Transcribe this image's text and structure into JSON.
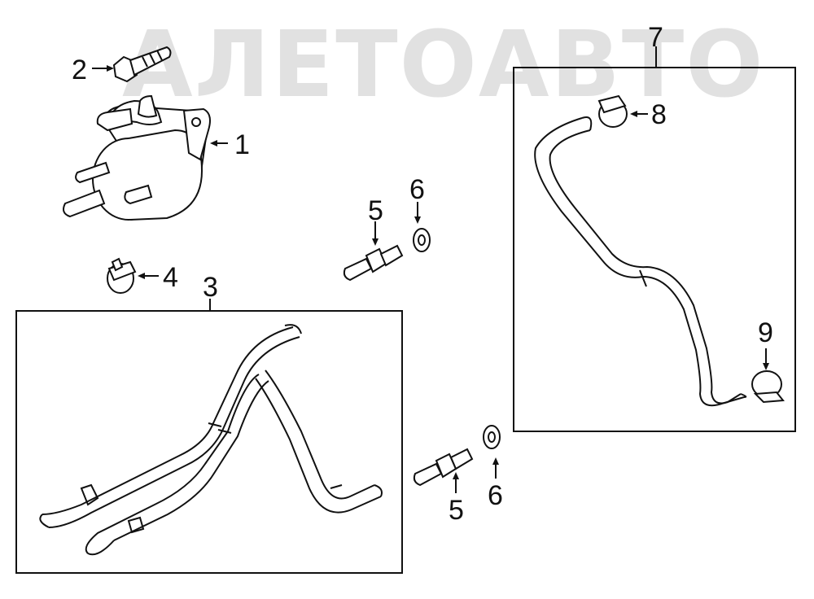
{
  "watermark": {
    "text": "АЛЕТОАВТО"
  },
  "callouts": {
    "c1": "1",
    "c2": "2",
    "c3": "3",
    "c4": "4",
    "c5a": "5",
    "c5b": "5",
    "c6a": "6",
    "c6b": "6",
    "c7": "7",
    "c8": "8",
    "c9": "9"
  },
  "colors": {
    "line": "#111111",
    "watermark": "#c9c9c9",
    "background": "#ffffff"
  }
}
